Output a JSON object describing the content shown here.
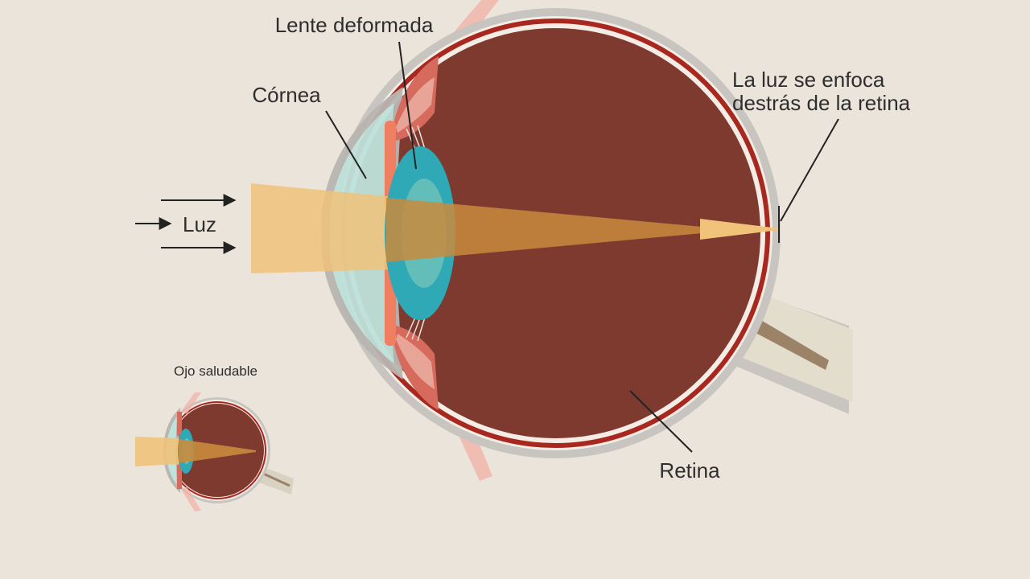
{
  "labels": {
    "lens": "Lente deformada",
    "cornea": "Córnea",
    "light": "Luz",
    "focus_line1": "La luz se enfoca",
    "focus_line2": "destrás de la retina",
    "retina": "Retina",
    "healthy_eye": "Ojo saludable"
  },
  "colors": {
    "background": "#ebe4da",
    "eyeball": "#7f3a30",
    "lens": "#2fa9b5",
    "cornea": "#bfe2da",
    "light_beam": "#f0c27a",
    "sclera": "#c8c4c0",
    "retina_edge": "#a82820",
    "optic_nerve": "#e2ddcc"
  },
  "icons": {
    "arrows": "right-arrow-icon"
  }
}
